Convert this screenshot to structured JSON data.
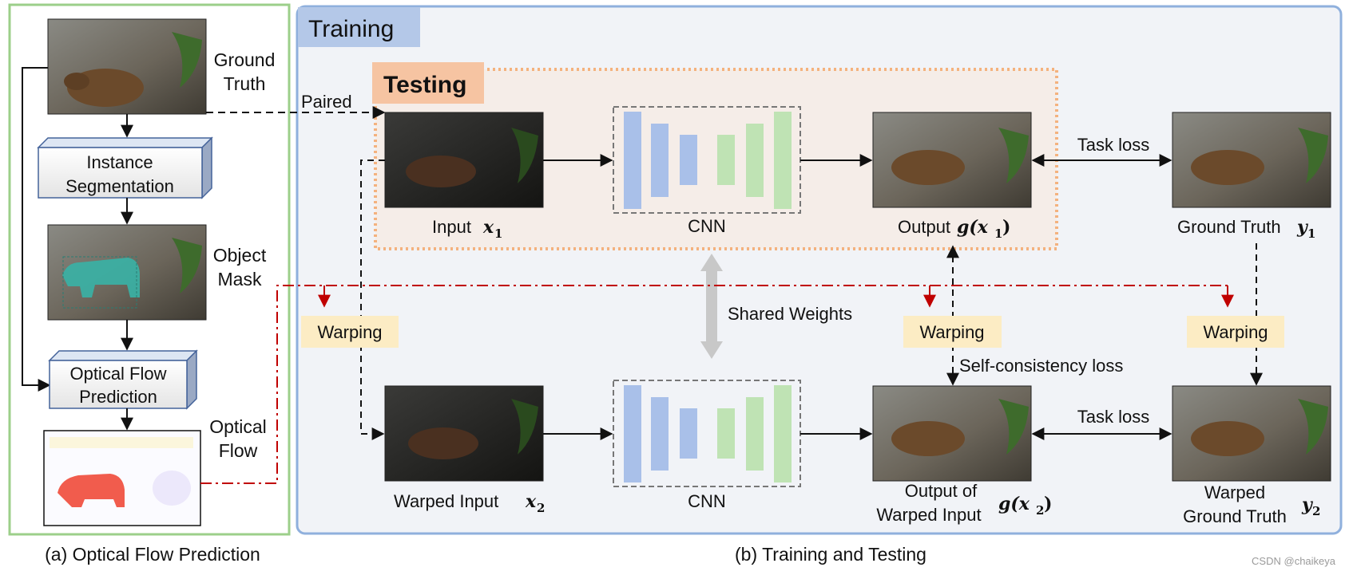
{
  "left_panel": {
    "caption": "(a) Optical Flow Prediction",
    "ground_truth_label": [
      "Ground",
      "Truth"
    ],
    "instance_segmentation": [
      "Instance",
      "Segmentation"
    ],
    "object_mask_label": [
      "Object",
      "Mask"
    ],
    "optical_flow_prediction": [
      "Optical Flow",
      "Prediction"
    ],
    "optical_flow_label": [
      "Optical",
      "Flow"
    ]
  },
  "right_panel": {
    "caption": "(b) Training and Testing",
    "training_title": "Training",
    "testing_title": "Testing",
    "paired_label": "Paired",
    "cnn_label": "CNN",
    "shared_weights": "Shared Weights",
    "warping_label": "Warping",
    "task_loss": "Task  loss",
    "self_consistency_loss": "Self-consistency loss",
    "input_x1": {
      "text": "Input",
      "sym": "x",
      "sub": "1"
    },
    "output_g_x1": {
      "text": "Output",
      "sym": "g(x",
      "sub": "1",
      "close": ")"
    },
    "ground_truth_y1": {
      "text": "Ground Truth",
      "sym": "y",
      "sub": "1"
    },
    "warped_input_x2": {
      "text": "Warped Input",
      "sym": "x",
      "sub": "2"
    },
    "output_warped": {
      "line1": "Output of",
      "line2": "Warped Input",
      "sym": "g(x",
      "sub": "2",
      "close": ")"
    },
    "warped_gt": {
      "line1": "Warped",
      "line2": "Ground Truth",
      "sym": "y",
      "sub": "2"
    }
  },
  "watermark": "CSDN @chaikeya",
  "colors": {
    "green_border": "#9ccf8a",
    "blue_border": "#8fb0dd",
    "training_bg": "#f1f3f7",
    "training_tag": "#b4c8e8",
    "testing_tag": "#f6c4a2",
    "testing_dash": "#f4b27e",
    "warping_tag": "#fcecc4",
    "cnn_blue": "#a9c0e9",
    "cnn_green": "#bfe3b4",
    "red_dashdot": "#c00000"
  }
}
